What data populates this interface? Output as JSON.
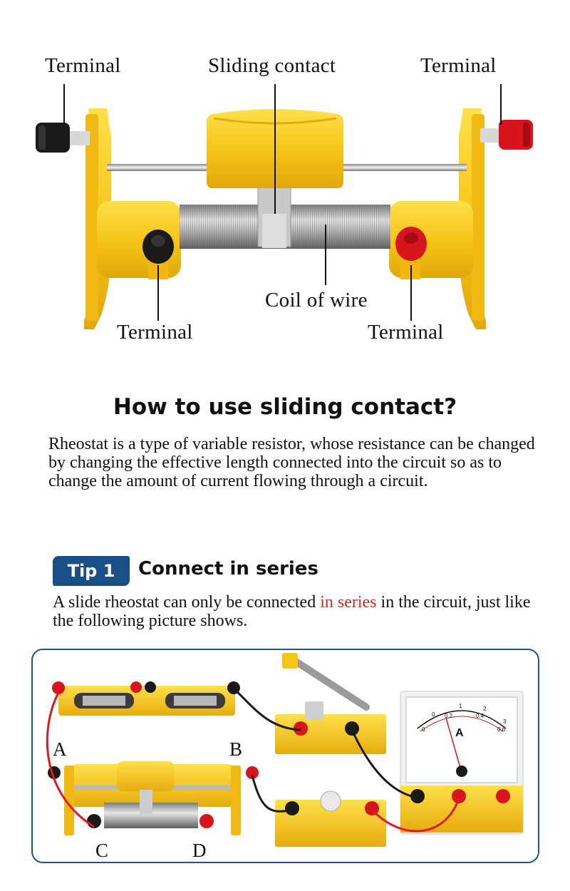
{
  "callouts": {
    "terminal_top_left": "Terminal",
    "sliding_contact": "Sliding contact",
    "terminal_top_right": "Terminal",
    "coil_of_wire": "Coil of wire",
    "terminal_bottom_left": "Terminal",
    "terminal_bottom_right": "Terminal"
  },
  "headline": "How to use sliding contact?",
  "intro_paragraph": "Rheostat is a type of variable resistor, whose resistance can be changed by changing the effective length connected into the circuit so as to change the amount of current flowing through a circuit.",
  "tip": {
    "badge": "Tip 1",
    "title": "Connect in series",
    "text_before": "A slide rheostat can only be connected ",
    "text_highlight": "in series",
    "text_after": " in the circuit, just like the following picture shows."
  },
  "circuit": {
    "label_a": "A",
    "label_b": "B",
    "label_c": "C",
    "label_d": "D",
    "meter_letter": "A",
    "meter_ticks": [
      "0",
      "0.2",
      "0.4",
      "0.6"
    ],
    "meter_ticks_upper": [
      "0",
      "1",
      "2",
      "3"
    ]
  },
  "colors": {
    "rheostat_yellow": "#f7cc1e",
    "terminal_red": "#d8141c",
    "terminal_black": "#1a1a1a",
    "wire_red": "#e01a1a",
    "panel_border": "#23538c",
    "badge_blue": "#1b4f87",
    "highlight_red": "#e0221c"
  }
}
